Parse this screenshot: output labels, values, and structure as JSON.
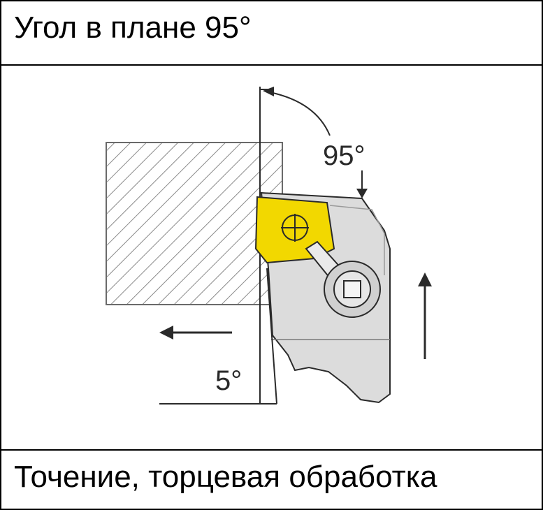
{
  "header": {
    "title": "Угол в плане 95°"
  },
  "diagram": {
    "angle_main_label": "95°",
    "angle_minor_label": "5°",
    "colors": {
      "workpiece_hatch": "#8a8a8a",
      "holder_fill": "#dcdcdc",
      "insert_fill": "#f2d800",
      "line": "#2a2a2a"
    },
    "icons": [
      "feed-arrow-left-icon",
      "feed-arrow-up-icon",
      "clamp-screw-icon"
    ]
  },
  "footer": {
    "caption": "Точение, торцевая обработка"
  }
}
